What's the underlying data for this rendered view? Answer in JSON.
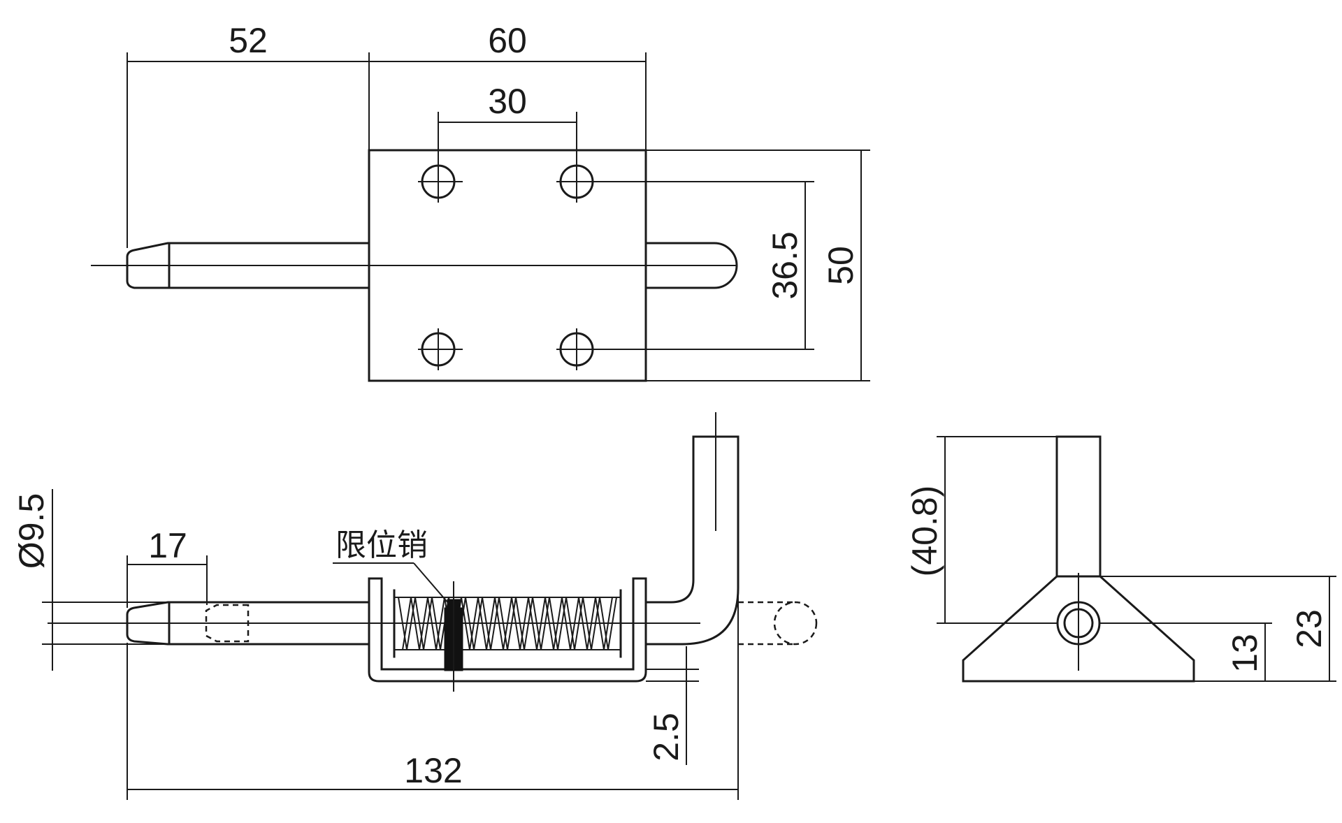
{
  "diagram": {
    "top_view": {
      "dim_pin_length": "52",
      "dim_plate_width": "60",
      "dim_hole_pitch_x": "30",
      "dim_hole_pitch_y": "36.5",
      "dim_plate_height": "50"
    },
    "side_view": {
      "dim_pin_diameter": "Ø9.5",
      "dim_tip_length": "17",
      "dim_total_length": "132",
      "dim_gap": "2.5",
      "callout_stop_pin": "限位销"
    },
    "end_view": {
      "dim_handle_height": "(40.8)",
      "dim_axis_height": "13",
      "dim_base_height": "23"
    }
  }
}
